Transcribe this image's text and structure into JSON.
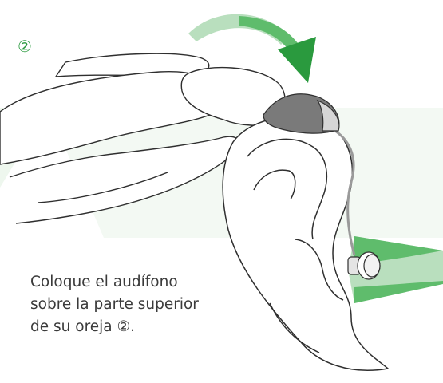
{
  "step": {
    "number": "②"
  },
  "instruction": {
    "line1": "Coloque el audífono",
    "line2": "sobre la parte superior",
    "line3": "de su oreja ②."
  },
  "colors": {
    "green": "#2a9a3e",
    "green_light": "#b9dfbe",
    "panel": "#eef7ee",
    "outline": "#2f2f2f",
    "device_dark": "#7a7a7a",
    "device_light": "#d6d6d6"
  },
  "icons": [
    "curved-arrow-icon",
    "hearing-aid-icon",
    "ear-dome-icon"
  ]
}
